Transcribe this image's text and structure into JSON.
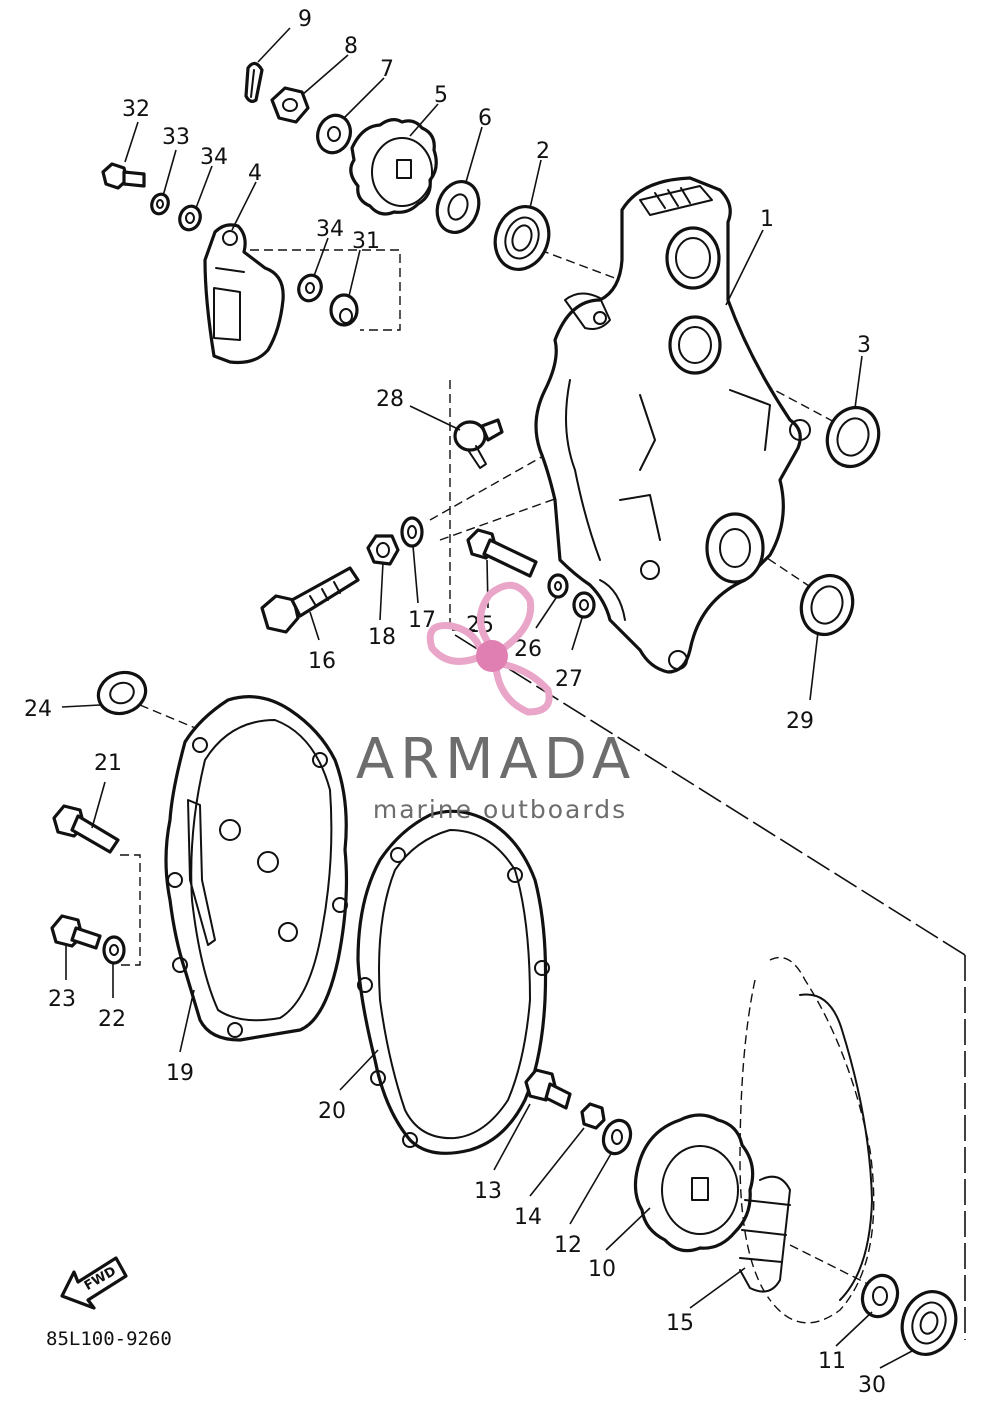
{
  "diagram": {
    "drawing_code": "85L100-9260",
    "forward_arrow_label": "FWD",
    "callouts": [
      {
        "id": "callout-1",
        "text": "1"
      },
      {
        "id": "callout-2",
        "text": "2"
      },
      {
        "id": "callout-3",
        "text": "3"
      },
      {
        "id": "callout-4",
        "text": "4"
      },
      {
        "id": "callout-5",
        "text": "5"
      },
      {
        "id": "callout-6",
        "text": "6"
      },
      {
        "id": "callout-7",
        "text": "7"
      },
      {
        "id": "callout-8",
        "text": "8"
      },
      {
        "id": "callout-9",
        "text": "9"
      },
      {
        "id": "callout-10",
        "text": "10"
      },
      {
        "id": "callout-11",
        "text": "11"
      },
      {
        "id": "callout-12",
        "text": "12"
      },
      {
        "id": "callout-13",
        "text": "13"
      },
      {
        "id": "callout-14",
        "text": "14"
      },
      {
        "id": "callout-15",
        "text": "15"
      },
      {
        "id": "callout-16",
        "text": "16"
      },
      {
        "id": "callout-17",
        "text": "17"
      },
      {
        "id": "callout-18",
        "text": "18"
      },
      {
        "id": "callout-19",
        "text": "19"
      },
      {
        "id": "callout-20",
        "text": "20"
      },
      {
        "id": "callout-21",
        "text": "21"
      },
      {
        "id": "callout-22",
        "text": "22"
      },
      {
        "id": "callout-23",
        "text": "23"
      },
      {
        "id": "callout-24",
        "text": "24"
      },
      {
        "id": "callout-25",
        "text": "25"
      },
      {
        "id": "callout-26",
        "text": "26"
      },
      {
        "id": "callout-27",
        "text": "27"
      },
      {
        "id": "callout-28",
        "text": "28"
      },
      {
        "id": "callout-29",
        "text": "29"
      },
      {
        "id": "callout-30",
        "text": "30"
      },
      {
        "id": "callout-31",
        "text": "31"
      },
      {
        "id": "callout-32",
        "text": "32"
      },
      {
        "id": "callout-33",
        "text": "33"
      },
      {
        "id": "callout-34a",
        "text": "34"
      },
      {
        "id": "callout-34b",
        "text": "34"
      }
    ]
  },
  "watermark": {
    "brand_name": "ARMADA",
    "tagline": "marine outboards",
    "colors": {
      "text": "#6d6d6d",
      "propeller": "#e9a6c9",
      "propeller_hub": "#e07fb2"
    }
  }
}
